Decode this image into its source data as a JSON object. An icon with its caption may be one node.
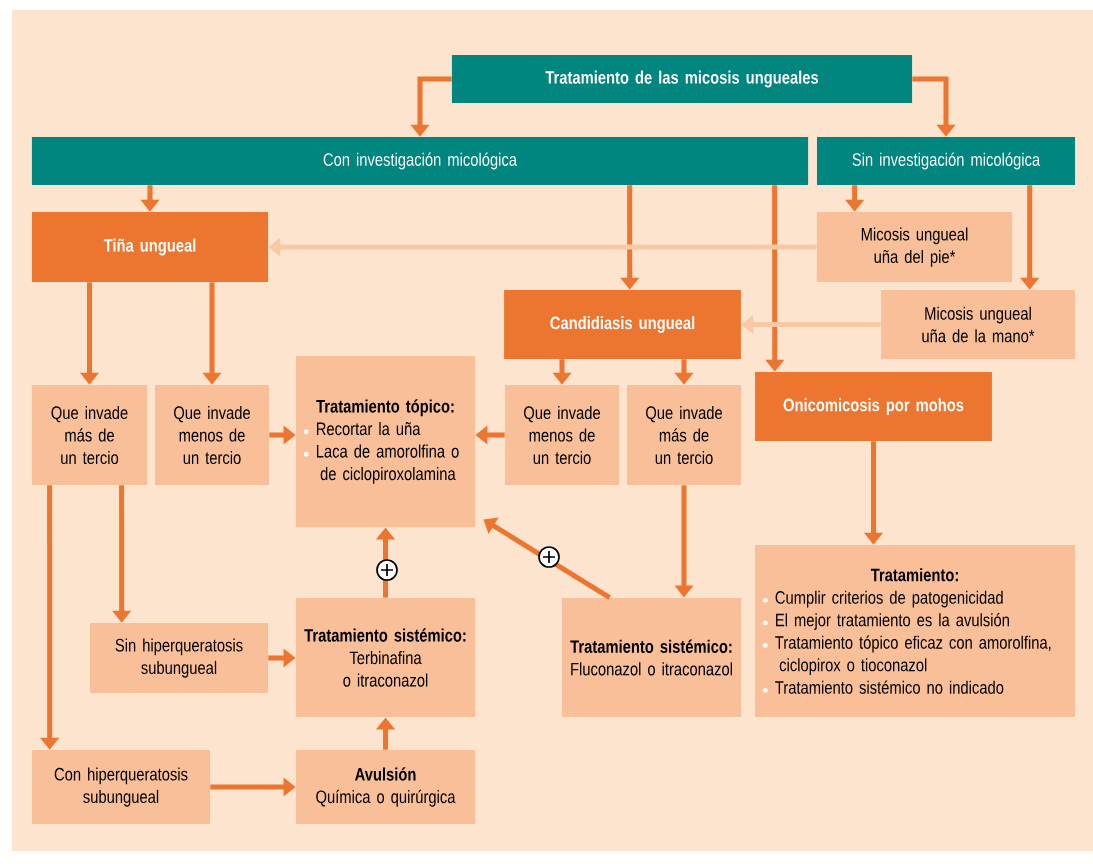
{
  "diagram": {
    "nodes": [
      {
        "text": [
          "Tratamiento de las micosis ungueales"
        ]
      },
      {
        "text": [
          "Con investigación micológica"
        ]
      },
      {
        "text": [
          "Sin investigación micológica"
        ]
      },
      {
        "text": [
          "Tiña ungueal"
        ]
      },
      {
        "text": [
          "Micosis ungueal uña del pie*"
        ]
      },
      {
        "text": [
          "Candidiasis ungueal"
        ]
      },
      {
        "text": [
          "Micosis ungueal uña de la mano*"
        ]
      },
      {
        "text": [
          "Onicomicosis por mohos"
        ]
      },
      {
        "text": [
          "Que invade más de un tercio"
        ]
      },
      {
        "text": [
          "Que invade menos de un tercio"
        ]
      },
      {
        "text": [
          "Tratamiento tópico:",
          "Recortar la uña",
          "Laca de amorolfina o de ciclopiroxolamina"
        ]
      },
      {
        "text": [
          "Que invade menos de un tercio"
        ]
      },
      {
        "text": [
          "Que invade más de un tercio"
        ]
      },
      {
        "text": [
          "Tratamiento:",
          "Cumplir criterios de patogenicidad",
          "El mejor tratamiento es la avulsión",
          "Tratamiento tópico eficaz con amorolfina, ciclopirox o tioconazol",
          "Tratamiento sistémico no indicado"
        ]
      },
      {
        "text": [
          "Sin hiperqueratosis subungueal"
        ]
      },
      {
        "text": [
          "Tratamiento sistémico:",
          "Terbinafina o itraconazol"
        ]
      },
      {
        "text": [
          "Tratamiento sistémico:",
          "Fluconazol o itraconazol"
        ]
      },
      {
        "text": [
          "Con hiperqueratosis subungueal"
        ]
      },
      {
        "text": [
          "Avulsión",
          "Química o quirúrgica"
        ]
      }
    ],
    "edges": [
      {
        "from": 0,
        "to": 1,
        "arrow": "to"
      },
      {
        "from": 0,
        "to": 2,
        "arrow": "to"
      },
      {
        "from": 1,
        "to": 3,
        "arrow": "to"
      },
      {
        "from": 1,
        "to": 5,
        "arrow": "to"
      },
      {
        "from": 1,
        "to": 7,
        "arrow": "to"
      },
      {
        "from": 2,
        "to": 4,
        "arrow": "to"
      },
      {
        "from": 2,
        "to": 6,
        "arrow": "to"
      },
      {
        "from": 4,
        "to": 3,
        "arrow": "to",
        "color": "#f9c9a6"
      },
      {
        "from": 6,
        "to": 5,
        "arrow": "to",
        "color": "#f9c9a6"
      },
      {
        "from": 3,
        "to": 8,
        "arrow": "to"
      },
      {
        "from": 3,
        "to": 9,
        "arrow": "to"
      },
      {
        "from": 9,
        "to": 10,
        "arrow": "to"
      },
      {
        "from": 5,
        "to": 11,
        "arrow": "to"
      },
      {
        "from": 5,
        "to": 12,
        "arrow": "to"
      },
      {
        "from": 11,
        "to": 10,
        "arrow": "to"
      },
      {
        "from": 12,
        "to": 16,
        "arrow": "to"
      },
      {
        "from": 7,
        "to": 13,
        "arrow": "to"
      },
      {
        "from": 8,
        "to": 14,
        "arrow": "to"
      },
      {
        "from": 8,
        "to": 17,
        "arrow": "to"
      },
      {
        "from": 14,
        "to": 15,
        "arrow": "to"
      },
      {
        "from": 17,
        "to": 18,
        "arrow": "to"
      },
      {
        "from": 18,
        "to": 15,
        "arrow": "to"
      },
      {
        "from": 15,
        "to": 10,
        "arrow": "to"
      },
      {
        "from": 16,
        "to": 10,
        "arrow": "to"
      }
    ]
  }
}
